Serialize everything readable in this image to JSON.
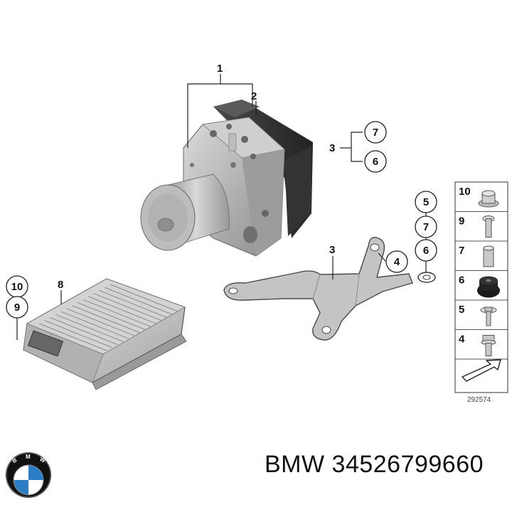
{
  "callouts": {
    "c1": "1",
    "c2": "2",
    "c3a": "3",
    "c7a": "7",
    "c6a": "6",
    "c3b": "3",
    "c4": "4",
    "c5b": "5",
    "c7b": "7",
    "c6b": "6",
    "c8": "8",
    "c10a": "10",
    "c9a": "9"
  },
  "parts_table": [
    {
      "num": "10",
      "icon": "flange-nut-icon"
    },
    {
      "num": "9",
      "icon": "screw-icon"
    },
    {
      "num": "7",
      "icon": "bushing-sleeve-icon"
    },
    {
      "num": "6",
      "icon": "rubber-mount-icon"
    },
    {
      "num": "5",
      "icon": "washer-bolt-icon"
    },
    {
      "num": "4",
      "icon": "hex-bolt-icon"
    }
  ],
  "ref_number": "292574",
  "caption": "BMW 34526799660",
  "brand_logo": {
    "name": "bmw-roundel-logo",
    "letters": "BMW",
    "colors": {
      "blue": "#2b7dc6",
      "ring": "#111111",
      "white": "#ffffff"
    }
  }
}
